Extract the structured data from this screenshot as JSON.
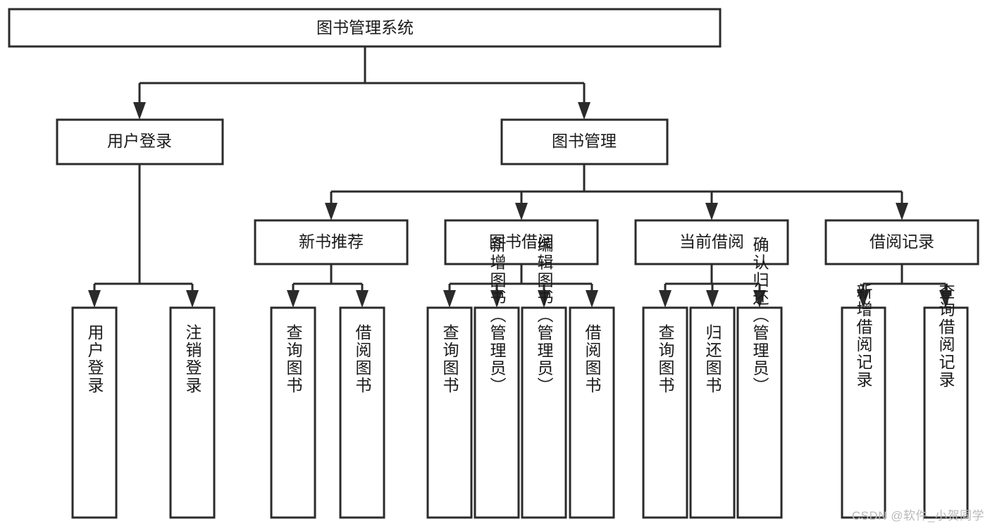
{
  "diagram": {
    "title": "图书管理系统",
    "type": "tree-hierarchy-diagram",
    "orientation": "top-down",
    "colors": {
      "box_fill": "#ffffff",
      "box_stroke": "#2b2b2b",
      "link_stroke": "#2b2b2b",
      "text": "#1a1a1a",
      "watermark": "#b9b9b9",
      "background": "#ffffff"
    },
    "root": {
      "id": "root",
      "label": "图书管理系统",
      "orientation": "horizontal"
    },
    "level2": [
      {
        "id": "user-login",
        "label": "用户登录",
        "orientation": "horizontal"
      },
      {
        "id": "book-manage",
        "label": "图书管理",
        "orientation": "horizontal"
      }
    ],
    "level3": [
      {
        "id": "new-book-recommend",
        "label": "新书推荐",
        "orientation": "horizontal",
        "parent": "book-manage"
      },
      {
        "id": "book-borrow",
        "label": "图书借阅",
        "orientation": "horizontal",
        "parent": "book-manage"
      },
      {
        "id": "current-borrow",
        "label": "当前借阅",
        "orientation": "horizontal",
        "parent": "book-manage"
      },
      {
        "id": "borrow-record",
        "label": "借阅记录",
        "orientation": "horizontal",
        "parent": "book-manage"
      }
    ],
    "leaves": [
      {
        "id": "leaf-user-login",
        "label": "用户登录",
        "orientation": "vertical",
        "parent": "user-login"
      },
      {
        "id": "leaf-logout-login",
        "label": "注销登录",
        "orientation": "vertical",
        "parent": "user-login"
      },
      {
        "id": "leaf-query-book-rec",
        "label": "查询图书",
        "orientation": "vertical",
        "parent": "new-book-recommend"
      },
      {
        "id": "leaf-borrow-book-rec",
        "label": "借阅图书",
        "orientation": "vertical",
        "parent": "new-book-recommend"
      },
      {
        "id": "leaf-query-book-borrow",
        "label": "查询图书",
        "orientation": "vertical",
        "parent": "book-borrow"
      },
      {
        "id": "leaf-add-book-admin",
        "label": "新增图书（管理员）",
        "orientation": "vertical",
        "parent": "book-borrow"
      },
      {
        "id": "leaf-edit-book-admin",
        "label": "编辑图书（管理员）",
        "orientation": "vertical",
        "parent": "book-borrow"
      },
      {
        "id": "leaf-borrow-book",
        "label": "借阅图书",
        "orientation": "vertical",
        "parent": "book-borrow"
      },
      {
        "id": "leaf-query-book-current",
        "label": "查询图书",
        "orientation": "vertical",
        "parent": "current-borrow"
      },
      {
        "id": "leaf-return-book",
        "label": "归还图书",
        "orientation": "vertical",
        "parent": "current-borrow"
      },
      {
        "id": "leaf-confirm-return-admin",
        "label": "确认归还（管理员）",
        "orientation": "vertical",
        "parent": "current-borrow"
      },
      {
        "id": "leaf-add-borrow-record",
        "label": "新增借阅记录",
        "orientation": "vertical",
        "parent": "borrow-record"
      },
      {
        "id": "leaf-query-borrow-record",
        "label": "查询借阅记录",
        "orientation": "vertical",
        "parent": "borrow-record"
      }
    ],
    "watermark": "CSDN @软件_小贺同学"
  }
}
